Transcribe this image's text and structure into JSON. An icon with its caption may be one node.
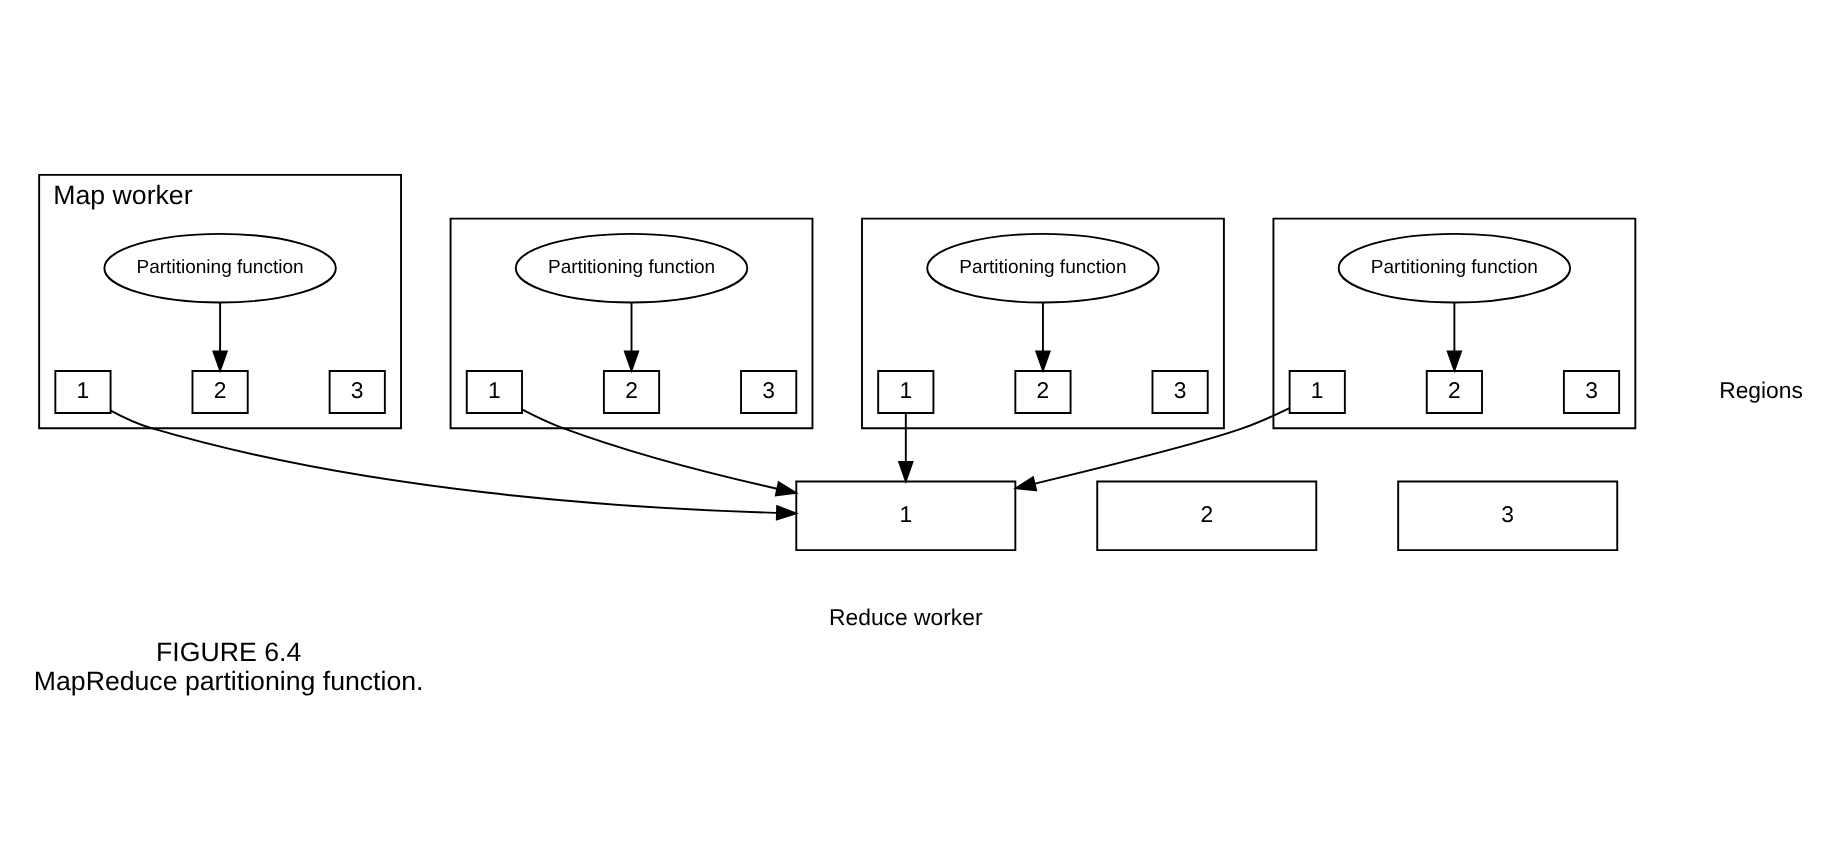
{
  "diagram": {
    "title": "FIGURE 6.4",
    "caption": "MapReduce partitioning function.",
    "nodes": [
      {
        "text": [
          "Map worker"
        ]
      },
      {
        "text": [
          "Partitioning function"
        ],
        "in": 0
      },
      {
        "text": [
          "1"
        ],
        "in": 0
      },
      {
        "text": [
          "2"
        ],
        "in": 0
      },
      {
        "text": [
          "3"
        ],
        "in": 0
      },
      {
        "text": [],
        "shape": "box"
      },
      {
        "text": [
          "Partitioning function"
        ],
        "in": 5
      },
      {
        "text": [
          "1"
        ],
        "in": 5
      },
      {
        "text": [
          "2"
        ],
        "in": 5
      },
      {
        "text": [
          "3"
        ],
        "in": 5
      },
      {
        "text": [],
        "shape": "box"
      },
      {
        "text": [
          "Partitioning function"
        ],
        "in": 10
      },
      {
        "text": [
          "1"
        ],
        "in": 10
      },
      {
        "text": [
          "2"
        ],
        "in": 10
      },
      {
        "text": [
          "3"
        ],
        "in": 10
      },
      {
        "text": [],
        "shape": "box"
      },
      {
        "text": [
          "Partitioning function"
        ],
        "in": 15
      },
      {
        "text": [
          "1"
        ],
        "in": 15
      },
      {
        "text": [
          "2"
        ],
        "in": 15
      },
      {
        "text": [
          "3"
        ],
        "in": 15
      },
      {
        "text": [
          "1"
        ],
        "beside": [
          "Reduce worker"
        ]
      },
      {
        "text": [
          "2"
        ]
      },
      {
        "text": [
          "3"
        ]
      }
    ],
    "edges": [
      {
        "from": 1,
        "to": 3,
        "arrow": "to"
      },
      {
        "from": 6,
        "to": 8,
        "arrow": "to"
      },
      {
        "from": 11,
        "to": 13,
        "arrow": "to"
      },
      {
        "from": 16,
        "to": 18,
        "arrow": "to"
      },
      {
        "from": 2,
        "to": 20,
        "arrow": "to"
      },
      {
        "from": 7,
        "to": 20,
        "arrow": "to"
      },
      {
        "from": 12,
        "to": 20,
        "arrow": "to"
      },
      {
        "from": 17,
        "to": 20,
        "arrow": "to"
      }
    ],
    "labels": [
      "Regions"
    ]
  }
}
